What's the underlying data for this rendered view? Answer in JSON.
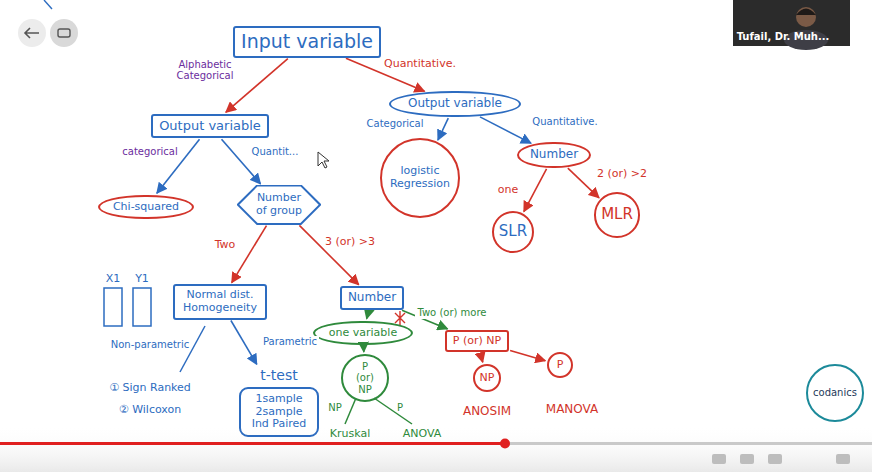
{
  "diagram": {
    "nodes": [
      {
        "text": [
          "Input variable"
        ]
      },
      {
        "text": [
          "Output variable"
        ]
      },
      {
        "text": [
          "Output variable"
        ]
      },
      {
        "text": [
          "Chi-squared"
        ]
      },
      {
        "text": [
          "Number of group"
        ]
      },
      {
        "text": [
          "logistic Regression"
        ]
      },
      {
        "text": [
          "Number"
        ]
      },
      {
        "text": [
          "SLR"
        ]
      },
      {
        "text": [
          "MLR"
        ]
      },
      {
        "text": [
          "Normal dist. Homogeneity"
        ]
      },
      {
        "text": [
          "Number"
        ]
      },
      {
        "text": [
          "t-test",
          "1sample 2sample Ind Paired"
        ]
      },
      {
        "text": [
          "one variable"
        ]
      },
      {
        "text": [
          "P (or) NP"
        ]
      },
      {
        "text": [
          "P (or) NP"
        ]
      },
      {
        "text": [
          "NP"
        ]
      },
      {
        "text": [
          "P"
        ]
      },
      {
        "text": [
          "codanics"
        ]
      }
    ],
    "edges": [
      {
        "from": 0,
        "to": 1,
        "arrow": "to",
        "label": "Alphabetic Categorical"
      },
      {
        "from": 0,
        "to": 2,
        "arrow": "to",
        "label": "Quantitative."
      },
      {
        "from": 1,
        "to": 3,
        "arrow": "to",
        "label": "categorical"
      },
      {
        "from": 1,
        "to": 4,
        "arrow": "to",
        "label": "Quantit..."
      },
      {
        "from": 2,
        "to": 5,
        "arrow": "to",
        "label": "Categorical"
      },
      {
        "from": 2,
        "to": 6,
        "arrow": "to",
        "label": "Quantitative."
      },
      {
        "from": 6,
        "to": 7,
        "arrow": "to",
        "label": "one"
      },
      {
        "from": 6,
        "to": 8,
        "arrow": "to",
        "label": "2 (or) >2"
      },
      {
        "from": 4,
        "to": 9,
        "arrow": "to",
        "label": "Two"
      },
      {
        "from": 4,
        "to": 10,
        "arrow": "to",
        "label": "3 (or) >3"
      },
      {
        "from": 9,
        "to": 11,
        "arrow": "to",
        "label": "Parametric"
      },
      {
        "from": 10,
        "to": 12,
        "arrow": "to"
      },
      {
        "from": 10,
        "to": 14,
        "arrow": "to",
        "label": "Two (or) more"
      },
      {
        "from": 12,
        "to": 13,
        "arrow": "to"
      },
      {
        "from": 14,
        "to": 15,
        "arrow": "to"
      },
      {
        "from": 14,
        "to": 16,
        "arrow": "to"
      }
    ],
    "labels": [
      "X1",
      "Y1",
      "Non-parametric",
      "① Sign Ranked",
      "② Wilcoxon",
      "NP",
      "P",
      "Kruskal",
      "ANOVA",
      "ANOSIM",
      "MANOVA",
      "Tufail, Dr. Muh..."
    ]
  }
}
